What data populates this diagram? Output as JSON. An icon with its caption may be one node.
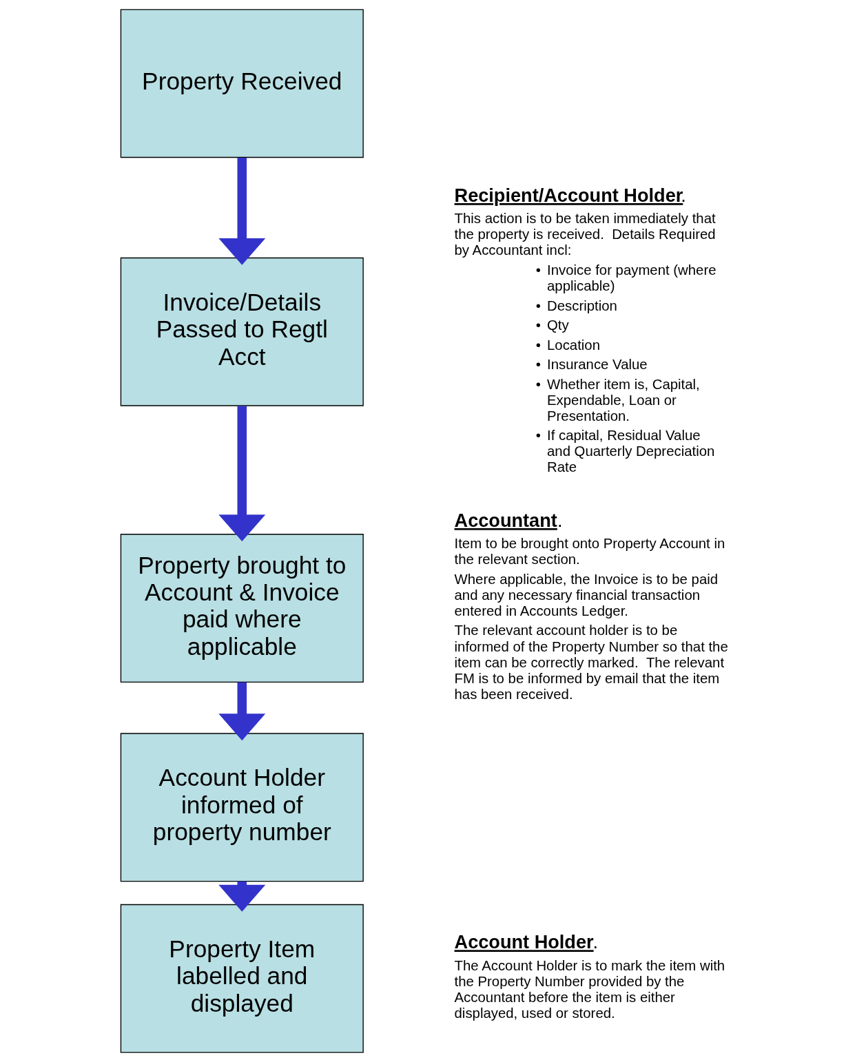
{
  "diagram": {
    "nodes": [
      {
        "text": [
          "Property Received"
        ]
      },
      {
        "text": [
          "Invoice/Details Passed to Regtl Acct"
        ]
      },
      {
        "text": [
          "Property brought to Account & Invoice paid where applicable"
        ]
      },
      {
        "text": [
          "Account Holder informed of property number"
        ]
      },
      {
        "text": [
          "Property Item labelled and displayed"
        ]
      }
    ],
    "edges": [
      {
        "from": 0,
        "to": 1,
        "arrow": "to"
      },
      {
        "from": 1,
        "to": 2,
        "arrow": "to"
      },
      {
        "from": 2,
        "to": 3,
        "arrow": "to"
      },
      {
        "from": 3,
        "to": 4,
        "arrow": "to"
      }
    ],
    "labels": [
      "**Recipient/Account Holder**.",
      "This action is to be taken immediately that the property is received.  Details Required by Accountant incl:",
      "•",
      "Invoice for payment (where applicable)",
      "•",
      "Description",
      "•",
      "Qty",
      "•",
      "Location",
      "•",
      "Insurance Value",
      "•",
      "Whether item is, Capital, Expendable, Loan or Presentation.",
      "•",
      "If capital, Residual Value and Quarterly Depreciation Rate",
      "**Accountant**.",
      "Item to be brought onto Property Account in the relevant section.",
      "Where applicable, the Invoice is to be paid and any necessary financial transaction entered in Accounts Ledger.",
      "The relevant account holder is to be informed of the Property Number so that the item can be correctly marked.  The relevant FM is to be informed by email that the item has been received.",
      "**Account Holder**.",
      "The Account Holder is to mark the item with the Property Number provided by the Accountant before the item is either displayed, used or stored."
    ]
  }
}
